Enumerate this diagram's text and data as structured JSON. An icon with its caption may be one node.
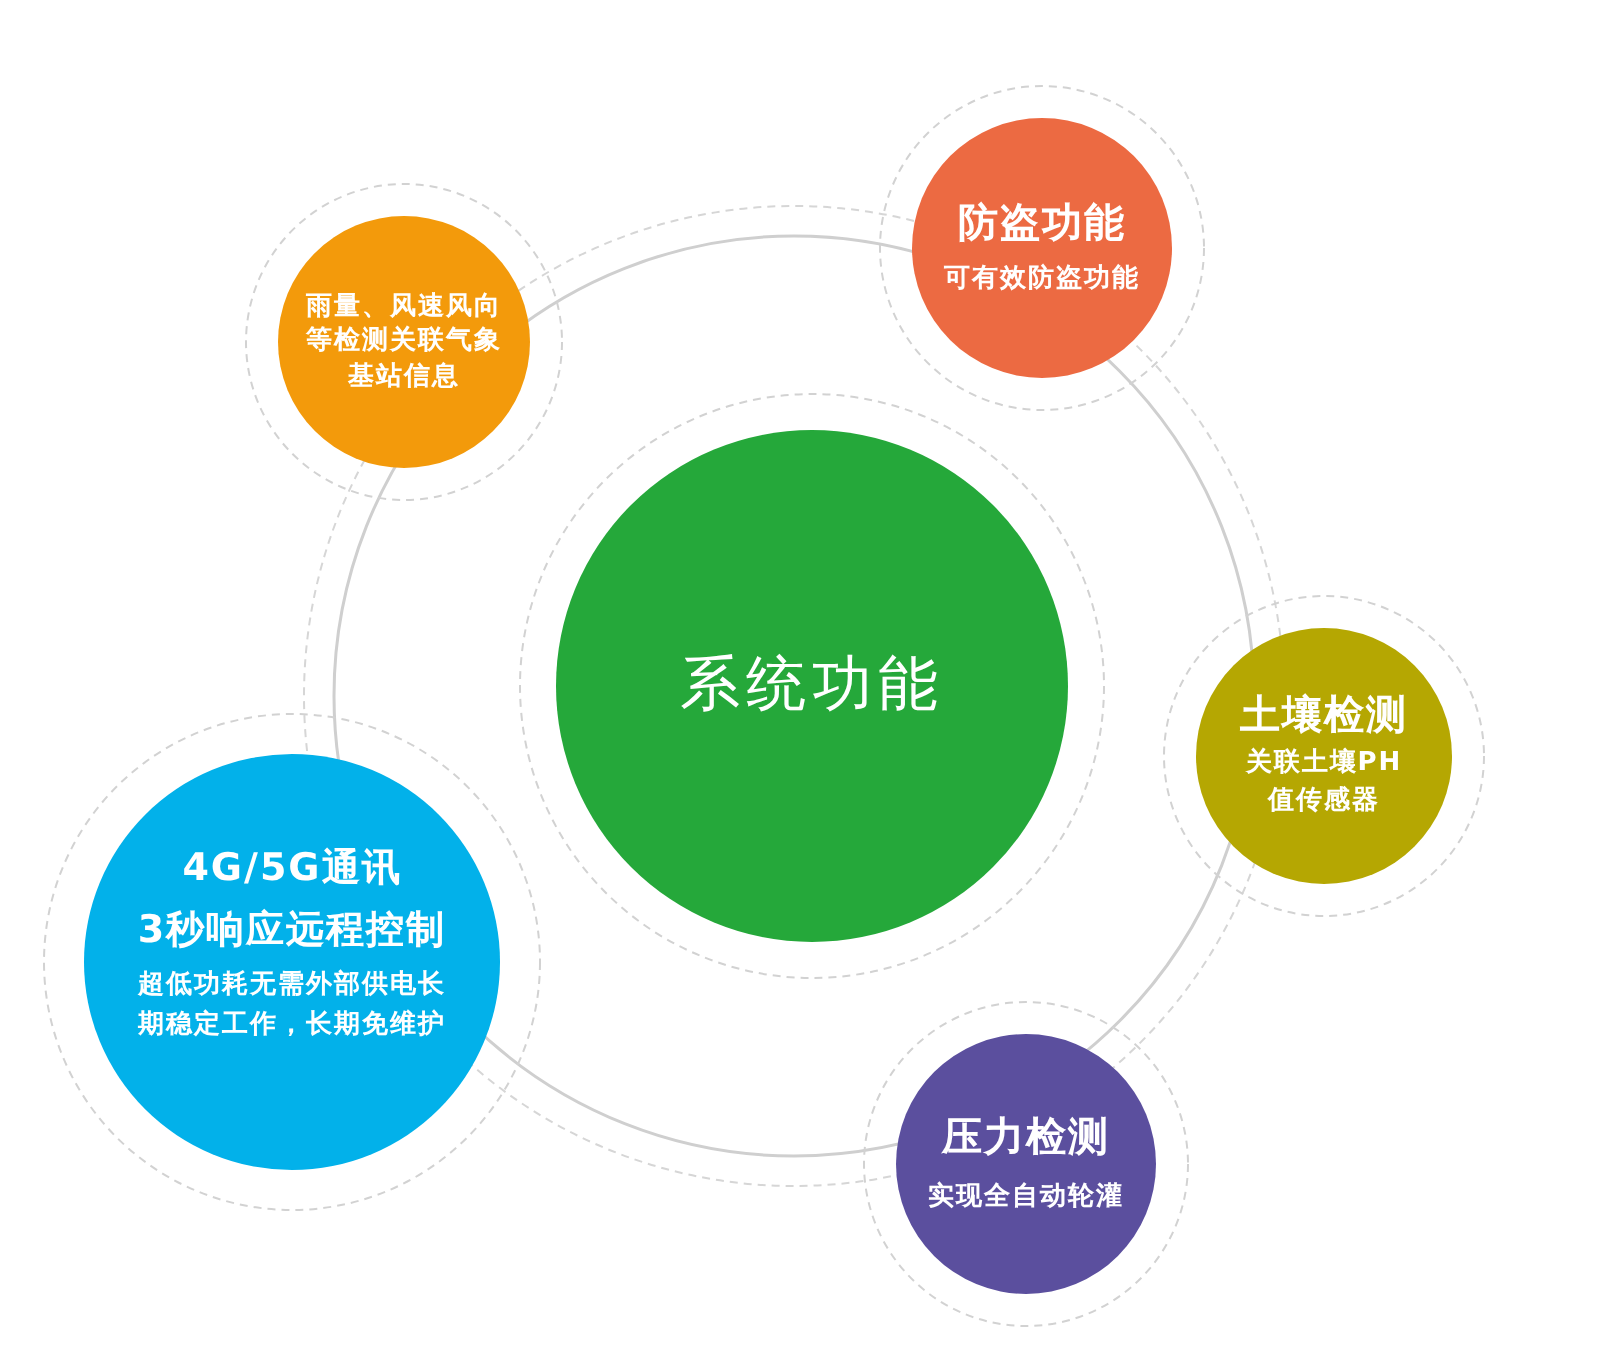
{
  "diagram": {
    "nodes": [
      {
        "text": [
          "系统功能"
        ]
      },
      {
        "text": [
          "雨量、风速风向等检测关联气象基站信息"
        ]
      },
      {
        "text": [
          "防盗功能",
          "可有效防盗功能"
        ]
      },
      {
        "text": [
          "土壤检测",
          "关联土壤PH值传感器"
        ]
      },
      {
        "text": [
          "压力检测",
          "实现全自动轮灌"
        ]
      },
      {
        "text": [
          "4G/5G通讯",
          "3秒响应远程控制",
          "超低功耗无需外部供电长期稳定工作，长期免维护"
        ]
      }
    ]
  }
}
